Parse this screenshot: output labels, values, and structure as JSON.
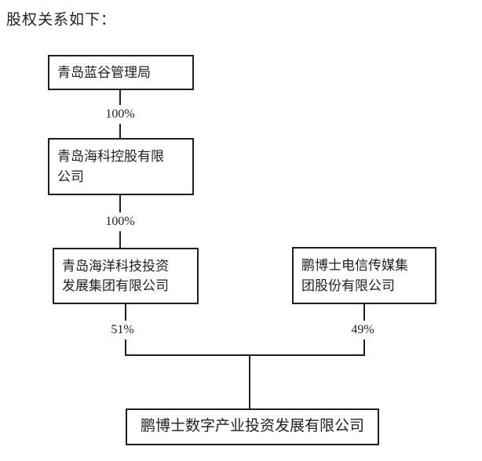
{
  "title": "股权关系如下：",
  "colors": {
    "ink": "#1f1f1f",
    "background": "#ffffff"
  },
  "nodes": [
    {
      "name": "qingdao-blue-valley-administration",
      "label": "青岛蓝谷管理局"
    },
    {
      "name": "qingdao-haike-holdings",
      "label": "青岛海科控股有限\n公司"
    },
    {
      "name": "qingdao-marine-tech-investment-group",
      "label": "青岛海洋科技投资\n发展集团有限公司"
    },
    {
      "name": "dr-peng-telecom-media-group",
      "label": "鹏博士电信传媒集\n团股份有限公司"
    },
    {
      "name": "dr-peng-digital-industry-investment",
      "label": "鹏博士数字产业投资发展有限公司"
    }
  ],
  "ownership_labels": [
    {
      "from": "qingdao-blue-valley-administration",
      "to": "qingdao-haike-holdings",
      "label": "100%"
    },
    {
      "from": "qingdao-haike-holdings",
      "to": "qingdao-marine-tech-investment-group",
      "label": "100%"
    },
    {
      "from": "qingdao-marine-tech-investment-group",
      "to": "dr-peng-digital-industry-investment",
      "label": "51%"
    },
    {
      "from": "dr-peng-telecom-media-group",
      "to": "dr-peng-digital-industry-investment",
      "label": "49%"
    }
  ]
}
